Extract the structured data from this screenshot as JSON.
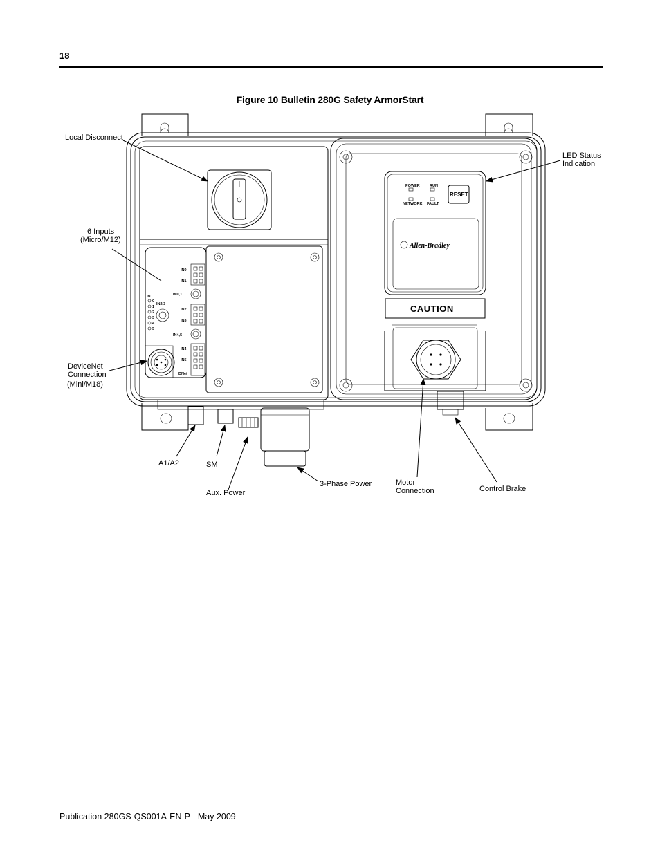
{
  "page_number": "18",
  "figure_title": "Figure 10 Bulletin 280G Safety ArmorStart",
  "footer": "Publication 280GS-QS001A-EN-P - May 2009",
  "callouts": {
    "local_disconnect": "Local Disconnect",
    "led_status_1": "LED Status",
    "led_status_2": "Indication",
    "inputs_1": "6 Inputs",
    "inputs_2": "(Micro/M12)",
    "devicenet_1": "DeviceNet",
    "devicenet_2": "Connection",
    "devicenet_3": "(Mini/M18)",
    "a1a2": "A1/A2",
    "sm": "SM",
    "aux_power": "Aux. Power",
    "three_phase": "3-Phase Power",
    "motor_1": "Motor",
    "motor_2": "Connection",
    "control_brake": "Control Brake"
  },
  "device_labels": {
    "power": "POWER",
    "run": "RUN",
    "network": "NETWORK",
    "fault": "FAULT",
    "reset": "RESET",
    "brand": "Allen-Bradley",
    "caution": "CAUTION",
    "in0": "IN0:",
    "in1": "IN1:",
    "in01": "IN0,1",
    "in2": "IN2:",
    "in3": "IN3:",
    "in23": "IN2,3",
    "in4": "IN4:",
    "in5": "IN5:",
    "in45": "IN4,5",
    "dnet": "DNet",
    "in": "IN",
    "led0": "0",
    "led1": "1",
    "led2": "2",
    "led3": "3",
    "led4": "4",
    "led5": "5"
  }
}
